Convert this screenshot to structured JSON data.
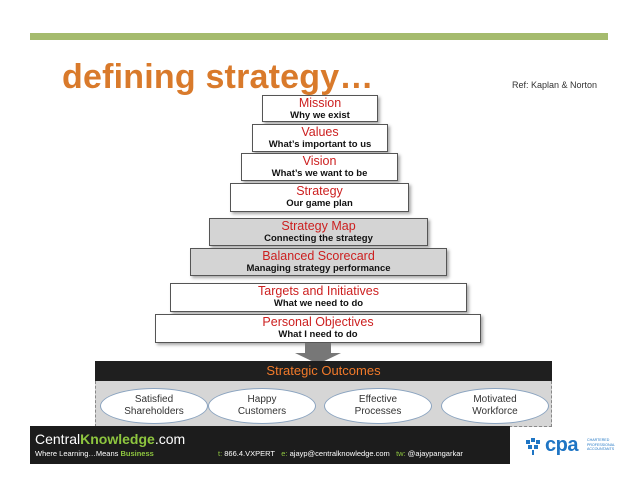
{
  "slide": {
    "title": "defining strategy…",
    "reference": "Ref: Kaplan & Norton"
  },
  "pyramid": [
    {
      "title": "Mission",
      "subtitle": "Why we exist"
    },
    {
      "title": "Values",
      "subtitle": "What’s important to us"
    },
    {
      "title": "Vision",
      "subtitle": "What’s we want to be"
    },
    {
      "title": "Strategy",
      "subtitle": "Our game plan"
    },
    {
      "title": "Strategy Map",
      "subtitle": "Connecting the strategy"
    },
    {
      "title": "Balanced Scorecard",
      "subtitle": "Managing strategy performance"
    },
    {
      "title": "Targets and Initiatives",
      "subtitle": "What we need to do"
    },
    {
      "title": "Personal Objectives",
      "subtitle": "What I need to do"
    }
  ],
  "outcomes": {
    "title": "Strategic Outcomes",
    "items": [
      {
        "line1": "Satisfied",
        "line2": "Shareholders"
      },
      {
        "line1": "Happy",
        "line2": "Customers"
      },
      {
        "line1": "Effective",
        "line2": "Processes"
      },
      {
        "line1": "Motivated",
        "line2": "Workforce"
      }
    ]
  },
  "footer": {
    "brand_central": "Central",
    "brand_knowledge": "Knowledge",
    "brand_domain": ".com",
    "tagline_prefix": "Where Learning…Means ",
    "tagline_business": "Business",
    "phone_key": "t:",
    "phone": "866.4.VXPERT",
    "email_key": "e:",
    "email": "ajayp@centralknowledge.com",
    "twitter_key": "tw:",
    "twitter": "@ajaypangarkar"
  },
  "logo": {
    "text": "cpa",
    "line1": "CHARTERED",
    "line2": "PROFESSIONAL",
    "line3": "ACCOUNTANTS"
  },
  "colors": {
    "accent_green": "#a5bb6e",
    "title_orange": "#d97a2b",
    "level_title_red": "#cc1f1f",
    "outcomes_orange": "#f27a2a",
    "brand_green": "#8ec63f",
    "cpa_blue": "#1f75c4"
  }
}
